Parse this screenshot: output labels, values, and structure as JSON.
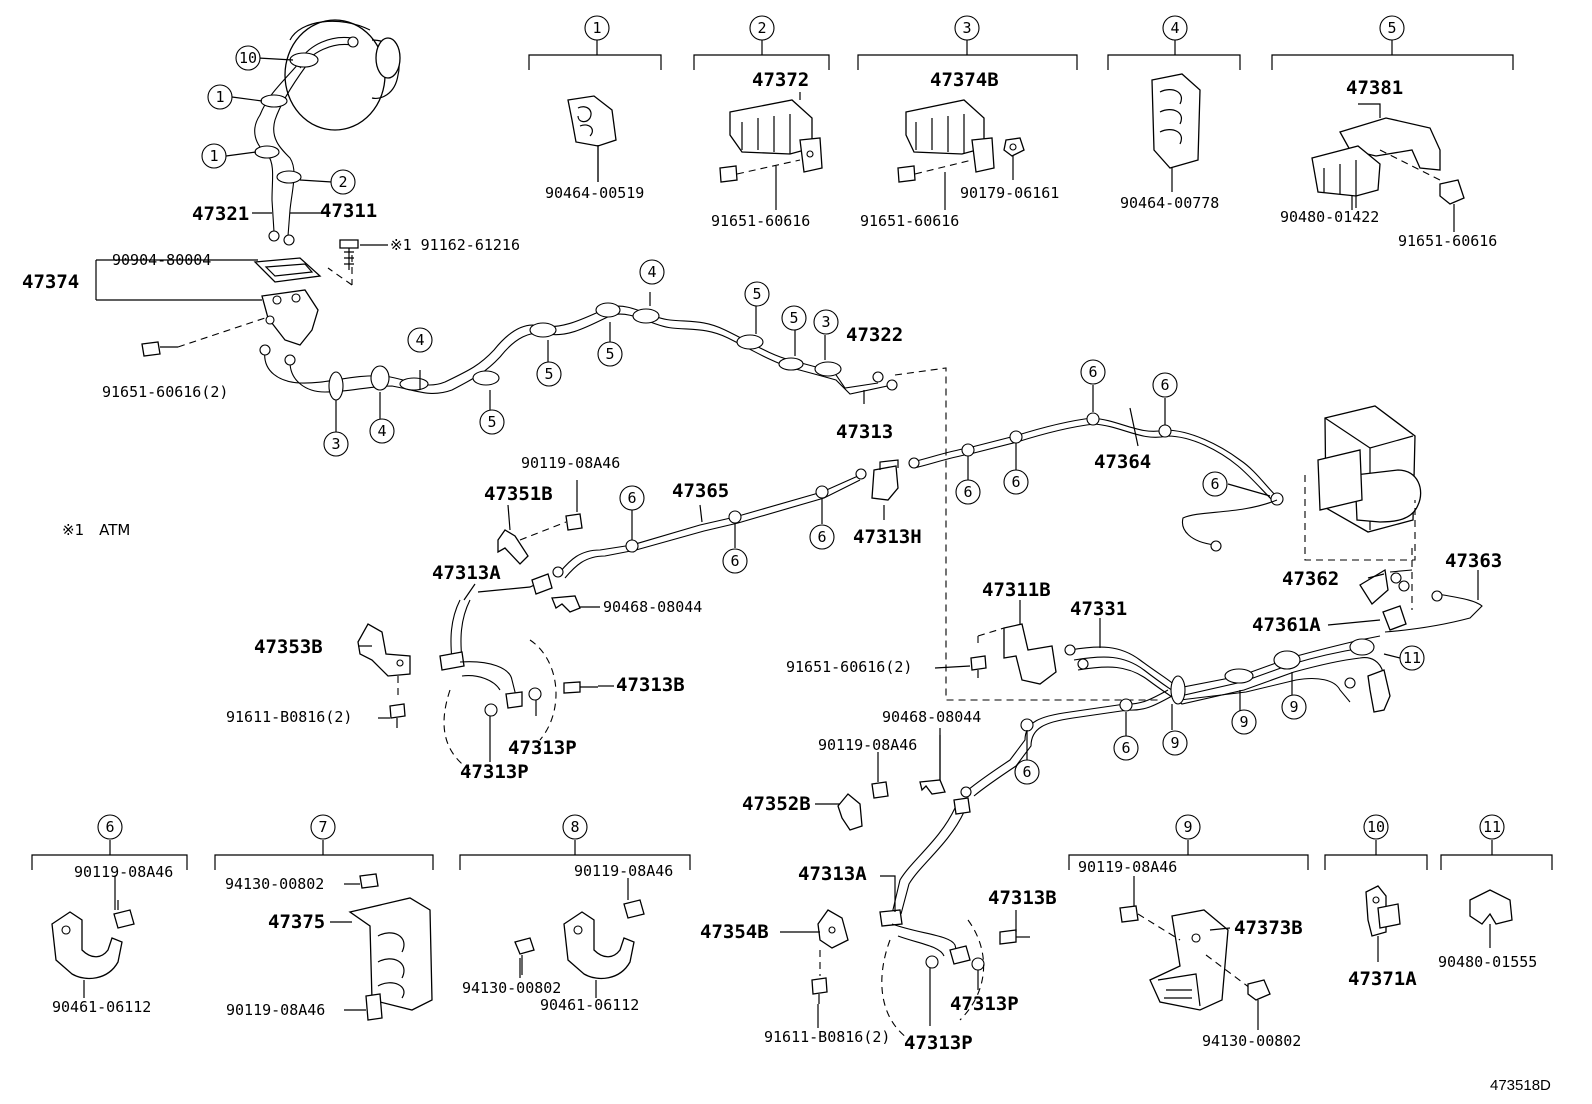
{
  "note": "※1　ATM",
  "figure_id": "473518D",
  "callouts": {
    "c1": "1",
    "c2": "2",
    "c3": "3",
    "c4": "4",
    "c5": "5",
    "c6": "6",
    "c7": "7",
    "c8": "8",
    "c9": "9",
    "c10": "10",
    "c11": "11"
  },
  "parts": {
    "p47321": "47321",
    "p47311": "47311",
    "p47374": "47374",
    "p90904_80004": "90904-80004",
    "p91162_61216": "※1 91162-61216",
    "p91651_60616_2a": "91651-60616(2)",
    "p47322": "47322",
    "p47313": "47313",
    "p90464_00519": "90464-00519",
    "p47372": "47372",
    "p91651_60616_b": "91651-60616",
    "p47374B": "47374B",
    "p91651_60616_c": "91651-60616",
    "p90179_06161": "90179-06161",
    "p90464_00778": "90464-00778",
    "p47381": "47381",
    "p90480_01422": "90480-01422",
    "p91651_60616_d": "91651-60616",
    "p47364": "47364",
    "p90119_08A46_a": "90119-08A46",
    "p47351B": "47351B",
    "p47365": "47365",
    "p47313H": "47313H",
    "p47313A_a": "47313A",
    "p90468_08044_a": "90468-08044",
    "p47353B": "47353B",
    "p47313B_a": "47313B",
    "p91611_B0816_2a": "91611-B0816(2)",
    "p47313P_a": "47313P",
    "p47313P_b": "47313P",
    "p47362": "47362",
    "p47363": "47363",
    "p47311B": "47311B",
    "p47331": "47331",
    "p47361A": "47361A",
    "p91651_60616_2b": "91651-60616(2)",
    "p90468_08044_b": "90468-08044",
    "p90119_08A46_b": "90119-08A46",
    "p47352B": "47352B",
    "p90119_08A46_c": "90119-08A46",
    "p90461_06112_a": "90461-06112",
    "p94130_00802_a": "94130-00802",
    "p47375": "47375",
    "p90119_08A46_d": "90119-08A46",
    "p90119_08A46_e": "90119-08A46",
    "p94130_00802_b": "94130-00802",
    "p90461_06112_b": "90461-06112",
    "p47313A_b": "47313A",
    "p47354B": "47354B",
    "p91611_B0816_2b": "91611-B0816(2)",
    "p47313B_b": "47313B",
    "p47313P_c": "47313P",
    "p47313P_d": "47313P",
    "p90119_08A46_f": "90119-08A46",
    "p47373B": "47373B",
    "p94130_00802_c": "94130-00802",
    "p47371A": "47371A",
    "p90480_01555": "90480-01555"
  }
}
